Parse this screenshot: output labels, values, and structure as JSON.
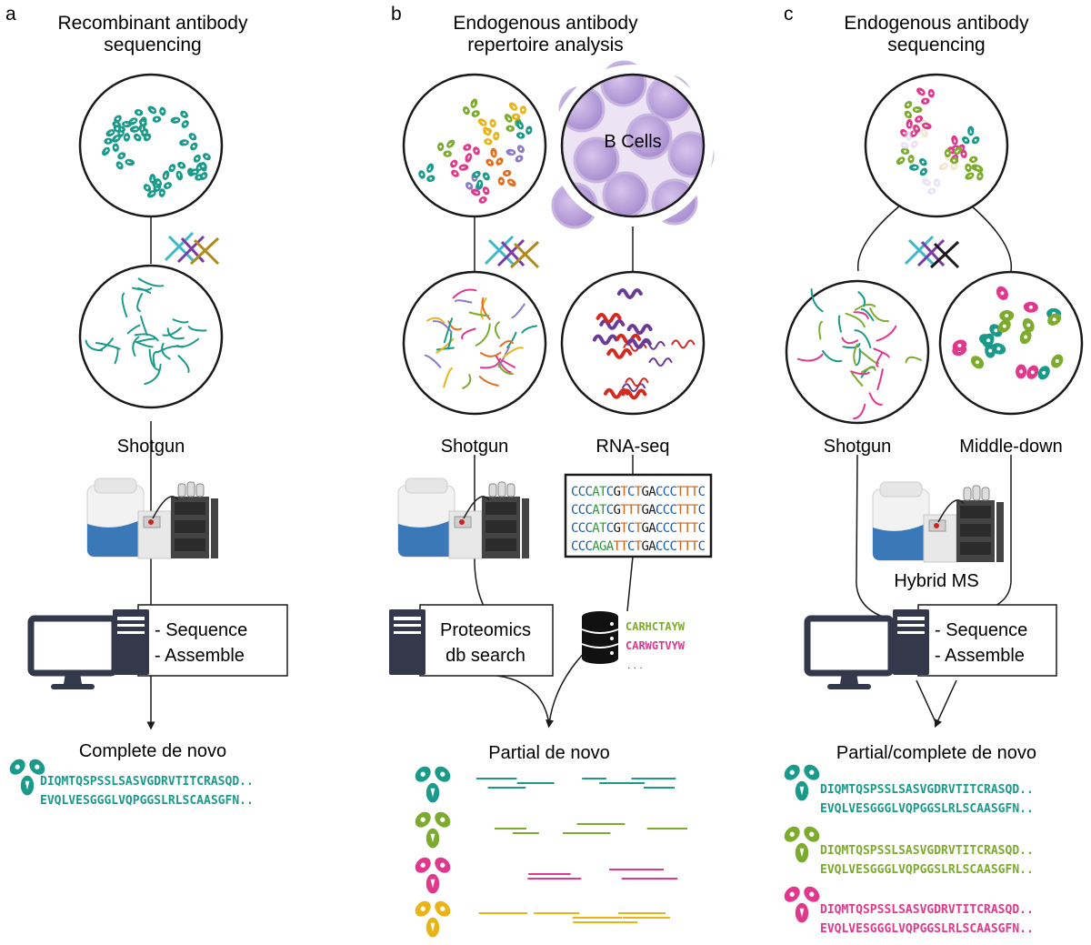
{
  "colors": {
    "teal": "#1a9a8a",
    "green": "#7cab2e",
    "pink": "#e0388c",
    "yellow": "#e8b418",
    "purple": "#6a3a98",
    "red": "#d42a20",
    "blue_ms": "#3a78b8",
    "orange": "#e07020",
    "lilac": "#8a7ac8"
  },
  "panels": {
    "a": {
      "letter": "a",
      "title_line1": "Recombinant antibody",
      "title_line2": "sequencing",
      "method": "Shotgun",
      "computer_line1": "- Sequence",
      "computer_line2": "- Assemble",
      "result": "Complete de novo",
      "seq1": "DIQMTQSPSSLSASVGDRVTITCRASQD..",
      "seq2": "EVQLVESGGGLVQPGGSLRLSCAASGFN.."
    },
    "b": {
      "letter": "b",
      "title_line1": "Endogenous antibody",
      "title_line2": "repertoire analysis",
      "bcells": "B Cells",
      "method_left": "Shotgun",
      "method_right": "RNA-seq",
      "rna_rows": [
        [
          [
            "CCC",
            "#1a5ca8"
          ],
          [
            "AT",
            "#2a9a3a"
          ],
          [
            "C",
            "#1a5ca8"
          ],
          [
            "G",
            "#1a1a1a"
          ],
          [
            "T",
            "#d0601a"
          ],
          [
            "C",
            "#1a5ca8"
          ],
          [
            "T",
            "#d0601a"
          ],
          [
            "GA",
            "#1a1a1a"
          ],
          [
            "CCC",
            "#1a5ca8"
          ],
          [
            "TTT",
            "#d0601a"
          ],
          [
            "C",
            "#1a5ca8"
          ]
        ],
        [
          [
            "CCC",
            "#1a5ca8"
          ],
          [
            "AT",
            "#2a9a3a"
          ],
          [
            "C",
            "#1a5ca8"
          ],
          [
            "G",
            "#1a1a1a"
          ],
          [
            "TTT",
            "#d0601a"
          ],
          [
            "GA",
            "#1a1a1a"
          ],
          [
            "CCC",
            "#1a5ca8"
          ],
          [
            "TTT",
            "#d0601a"
          ],
          [
            "C",
            "#1a5ca8"
          ]
        ],
        [
          [
            "CCC",
            "#1a5ca8"
          ],
          [
            "AT",
            "#2a9a3a"
          ],
          [
            "C",
            "#1a5ca8"
          ],
          [
            "G",
            "#1a1a1a"
          ],
          [
            "T",
            "#d0601a"
          ],
          [
            "C",
            "#1a5ca8"
          ],
          [
            "T",
            "#d0601a"
          ],
          [
            "GA",
            "#1a1a1a"
          ],
          [
            "CCC",
            "#1a5ca8"
          ],
          [
            "TTT",
            "#d0601a"
          ],
          [
            "C",
            "#1a5ca8"
          ]
        ],
        [
          [
            "CCC",
            "#1a5ca8"
          ],
          [
            "AGA",
            "#2a9a3a"
          ],
          [
            "TT",
            "#d0601a"
          ],
          [
            "C",
            "#1a5ca8"
          ],
          [
            "T",
            "#d0601a"
          ],
          [
            "GA",
            "#1a1a1a"
          ],
          [
            "CCC",
            "#1a5ca8"
          ],
          [
            "TTT",
            "#d0601a"
          ],
          [
            "C",
            "#1a5ca8"
          ]
        ]
      ],
      "db_line1": "Proteomics",
      "db_line2": "db search",
      "cdr1": "CARHCTAYW",
      "cdr2": "CARWGTVYW",
      "cdr_more": ". . .",
      "result": "Partial de novo"
    },
    "c": {
      "letter": "c",
      "title_line1": "Endogenous antibody",
      "title_line2": "sequencing",
      "method_left": "Shotgun",
      "method_right": "Middle-down",
      "ms_label": "Hybrid MS",
      "computer_line1": "- Sequence",
      "computer_line2": "- Assemble",
      "result": "Partial/complete de novo",
      "seq1": "DIQMTQSPSSLSASVGDRVTITCRASQD..",
      "seq2": "EVQLVESGGGLVQPGGSLRLSCAASGFN.."
    }
  }
}
